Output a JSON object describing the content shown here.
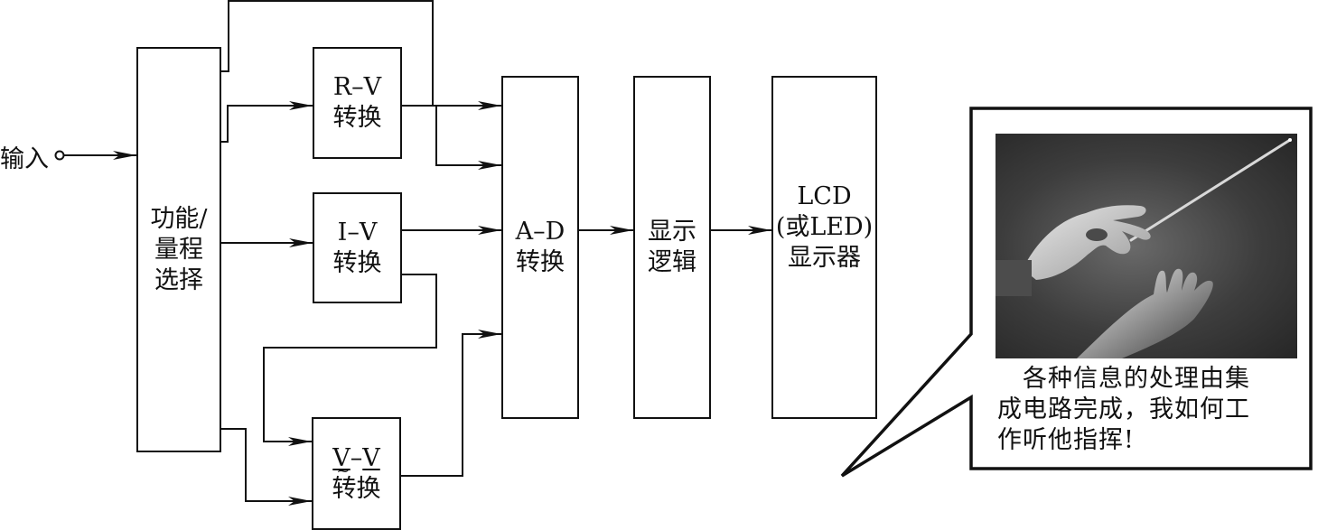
{
  "diagram": {
    "input": {
      "label": "输入"
    },
    "blocks": {
      "function_range": {
        "lines": [
          "功能/",
          "量程",
          "选择"
        ]
      },
      "rv": {
        "lines": [
          "R–V",
          "转换"
        ]
      },
      "iv": {
        "lines": [
          "I–V",
          "转换"
        ]
      },
      "vv": {
        "left": "V",
        "dash": "–",
        "right": "V",
        "tilde": "~",
        "line2": "转换"
      },
      "ad": {
        "lines": [
          "A–D",
          "转换"
        ]
      },
      "display_logic": {
        "lines": [
          "显示",
          "逻辑"
        ]
      },
      "lcd": {
        "lines": [
          "LCD",
          "(或LED)",
          "显示器"
        ]
      }
    },
    "connections": [
      {
        "from": "input",
        "to": "function_range"
      },
      {
        "from": "function_range",
        "to": "ad"
      },
      {
        "from": "function_range",
        "to": "rv"
      },
      {
        "from": "function_range",
        "to": "iv"
      },
      {
        "from": "function_range",
        "to": "vv"
      },
      {
        "from": "rv",
        "to": "ad"
      },
      {
        "from": "iv",
        "to": "ad"
      },
      {
        "from": "iv",
        "to": "vv"
      },
      {
        "from": "vv",
        "to": "ad"
      },
      {
        "from": "ad",
        "to": "display_logic"
      },
      {
        "from": "display_logic",
        "to": "lcd"
      }
    ]
  },
  "callout": {
    "image_alt": "conductor hands holding baton",
    "text": [
      "　各种信息的处理由集",
      "成电路完成，我如何工",
      "作听他指挥!"
    ]
  }
}
